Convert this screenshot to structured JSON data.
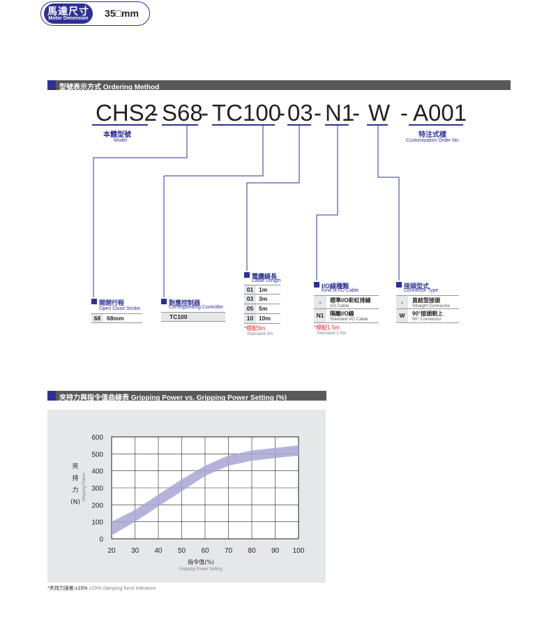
{
  "header": {
    "title_cn": "馬達尺寸",
    "title_en": "Motor Dimension",
    "size": "35□mm"
  },
  "ordering": {
    "section_title": "型號表示方式 Ordering Method",
    "segments": [
      "CHS2",
      "-",
      "S68",
      "-",
      "TC100",
      "-",
      "03",
      "-",
      "N1",
      "-",
      "W",
      "-",
      "A001"
    ],
    "model_label_cn": "本體型號",
    "model_label_en": "Model",
    "custom_label_cn": "特注式樣",
    "custom_label_en": "Customization Order No.",
    "stroke": {
      "title_cn": "開閉行程",
      "title_en": "Open Close Stroke",
      "rows": [
        {
          "code": "68",
          "value": "68mm"
        }
      ]
    },
    "controller": {
      "title_cn": "對應控制器",
      "title_en": "Corresponding Controller",
      "rows": [
        {
          "code": "TC100"
        }
      ]
    },
    "cable_length": {
      "title_cn": "電纜線長",
      "title_en": "Cable Length",
      "rows": [
        {
          "code": "01",
          "value": "1m"
        },
        {
          "code": "03",
          "value": "3m"
        },
        {
          "code": "05",
          "value": "5m"
        },
        {
          "code": "10",
          "value": "10m"
        }
      ],
      "note_red": "*標配3m",
      "note_gray": "Standard:3m"
    },
    "io_cable": {
      "title_cn": "I/O線種類",
      "title_en": "Kind of I/O Cable",
      "rows": [
        {
          "code": "-",
          "value_cn": "標準I/O彩虹排線",
          "value_en": "I/O Cable"
        },
        {
          "code": "N1",
          "value_cn": "隔離I/O線",
          "value_en": "Shielded I/O Cable"
        }
      ],
      "note_red": "*標配1.5m",
      "note_gray": "Standard:1.5m"
    },
    "connector": {
      "title_cn": "接頭型式",
      "title_en": "Connector Type",
      "rows": [
        {
          "code": "-",
          "value_cn": "直結型接頭",
          "value_en": "Straight Connector"
        },
        {
          "code": "W",
          "value_cn": "90°接頭朝上",
          "value_en": "90° Connector"
        }
      ]
    }
  },
  "chart_section": {
    "section_title": "夾持力與指令值曲線表 Gripping Power vs. Gripping Power Setting (%)",
    "footnote_cn": "*夾持力誤差:±15%",
    "footnote_en": "±15% clamping force tolerance"
  },
  "chart_data": {
    "type": "area",
    "ylabel_cn": [
      "夾",
      "持",
      "力",
      "(N)"
    ],
    "ylabel_en": "Gripping Power",
    "xlabel_cn": "指令值(%)",
    "xlabel_en": "Gripping Power Setting",
    "xlim": [
      20,
      100
    ],
    "ylim": [
      0,
      600
    ],
    "xticks": [
      20,
      30,
      40,
      50,
      60,
      70,
      80,
      90,
      100
    ],
    "yticks": [
      0,
      100,
      200,
      300,
      400,
      500,
      600
    ],
    "grid": true,
    "band_color": "#a9a6d4",
    "series": [
      {
        "x": [
          20,
          30,
          40,
          50,
          60,
          70,
          80,
          90,
          100
        ],
        "values": [
          100,
          170,
          260,
          350,
          430,
          490,
          520,
          535,
          550
        ]
      },
      {
        "x": [
          20,
          30,
          40,
          50,
          60,
          70,
          80,
          90,
          100
        ],
        "values": [
          20,
          100,
          190,
          280,
          370,
          430,
          460,
          475,
          490
        ]
      }
    ]
  },
  "colors": {
    "accent": "#2e3192",
    "bar": "#58595b",
    "red_note": "#ed1c24"
  }
}
